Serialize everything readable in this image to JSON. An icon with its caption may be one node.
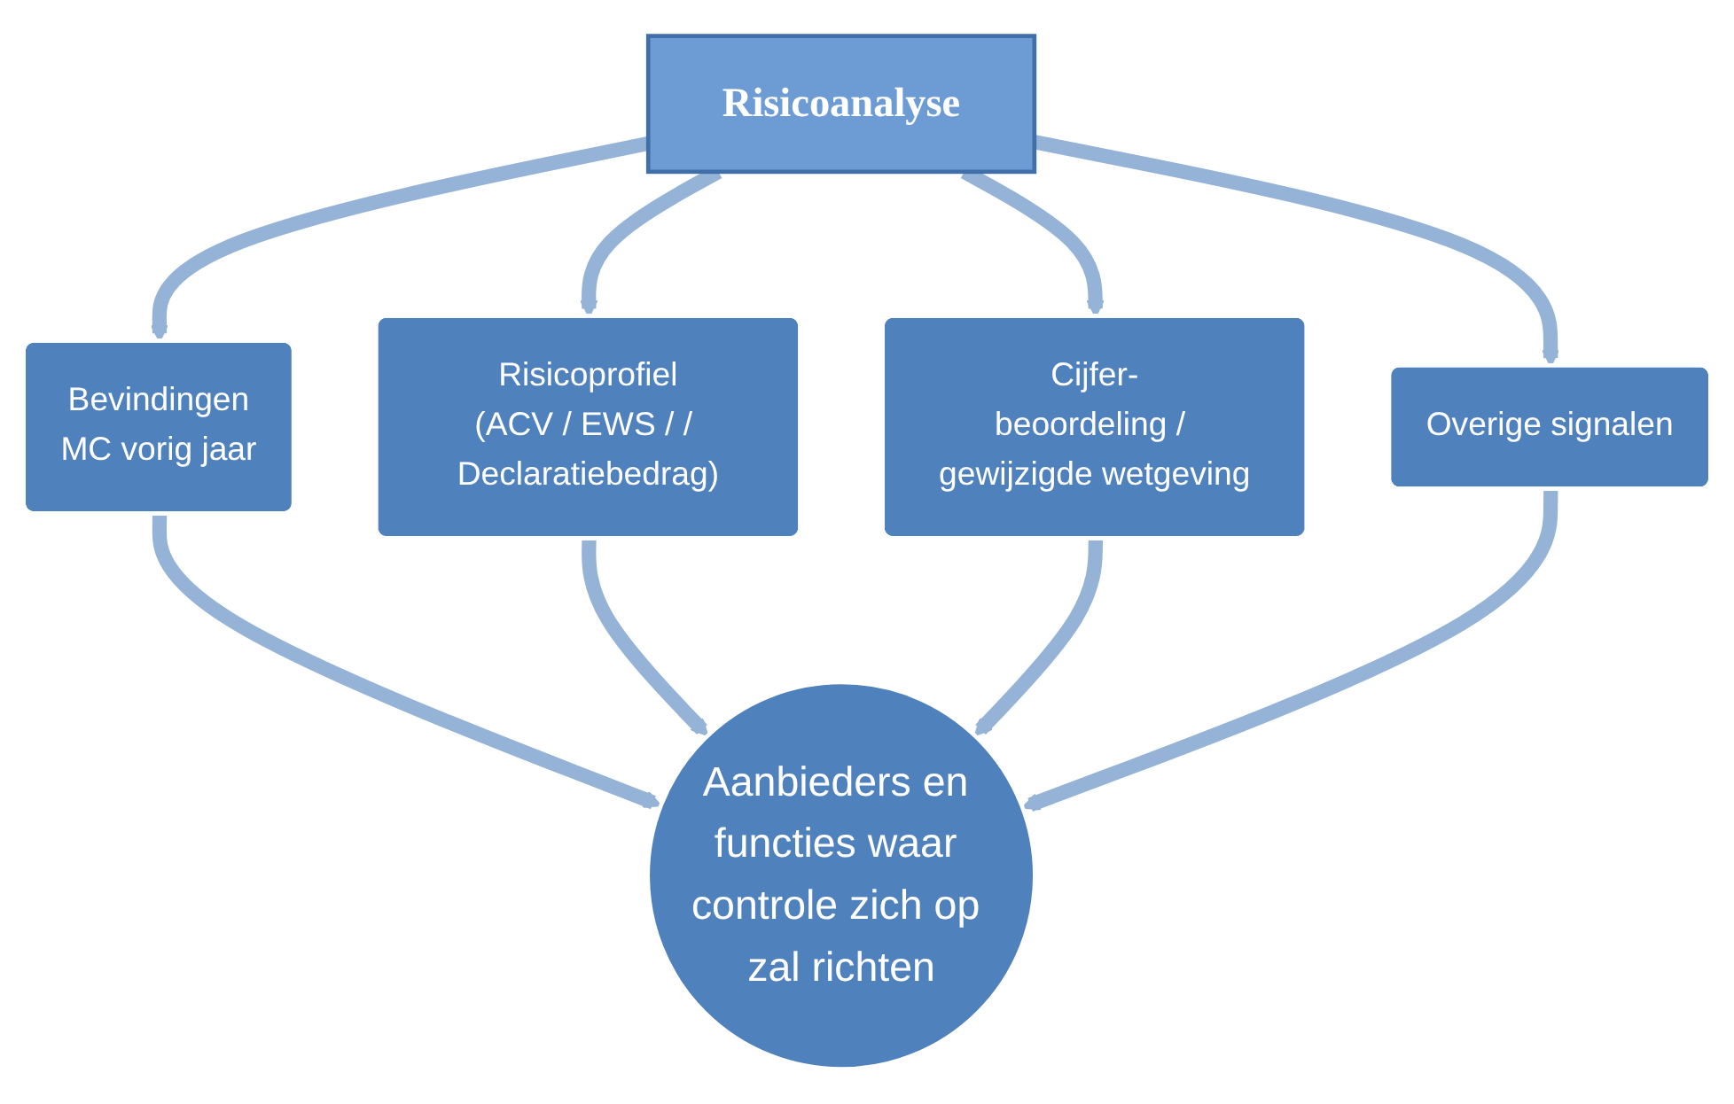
{
  "diagram": {
    "nodes": [
      {
        "text": [
          "Risicoanalyse"
        ]
      },
      {
        "text": [
          "Bevindingen",
          "MC vorig jaar"
        ]
      },
      {
        "text": [
          "Risicoprofiel",
          "(ACV / EWS / / Declaratiebedrag)"
        ]
      },
      {
        "text": [
          "Cijfer-",
          "beoordeling / gewijzigde wetgeving"
        ]
      },
      {
        "text": [
          "Overige signalen"
        ]
      },
      {
        "text": [
          "Aanbieders en functies waar controle zich op zal richten"
        ]
      }
    ],
    "edges": [
      {
        "from": 0,
        "to": 1,
        "arrow": "to"
      },
      {
        "from": 0,
        "to": 2,
        "arrow": "to"
      },
      {
        "from": 0,
        "to": 3,
        "arrow": "to"
      },
      {
        "from": 0,
        "to": 4,
        "arrow": "to"
      },
      {
        "from": 1,
        "to": 5,
        "arrow": "to"
      },
      {
        "from": 2,
        "to": 5,
        "arrow": "to"
      },
      {
        "from": 3,
        "to": 5,
        "arrow": "to"
      },
      {
        "from": 4,
        "to": 5,
        "arrow": "to"
      }
    ]
  }
}
